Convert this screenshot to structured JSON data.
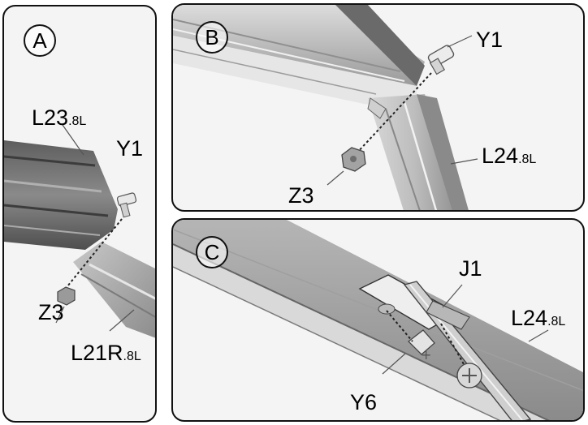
{
  "panels": [
    {
      "id": "A",
      "labels": {
        "beam_top": "L23",
        "beam_top_suffix": ".8L",
        "bolt": "Y1",
        "nut": "Z3",
        "beam_bottom": "L21R",
        "beam_bottom_suffix": ".8L"
      }
    },
    {
      "id": "B",
      "labels": {
        "bolt": "Y1",
        "beam": "L24",
        "beam_suffix": ".8L",
        "nut": "Z3"
      }
    },
    {
      "id": "C",
      "labels": {
        "bracket": "J1",
        "beam": "L24",
        "beam_suffix": ".8L",
        "screw": "Y6"
      }
    }
  ],
  "colors": {
    "frame": "#111111",
    "panel_bg": "#f4f4f4",
    "metal_dark": "#6f6f6f",
    "metal_mid": "#a8a8a8",
    "metal_light": "#d6d6d6"
  }
}
